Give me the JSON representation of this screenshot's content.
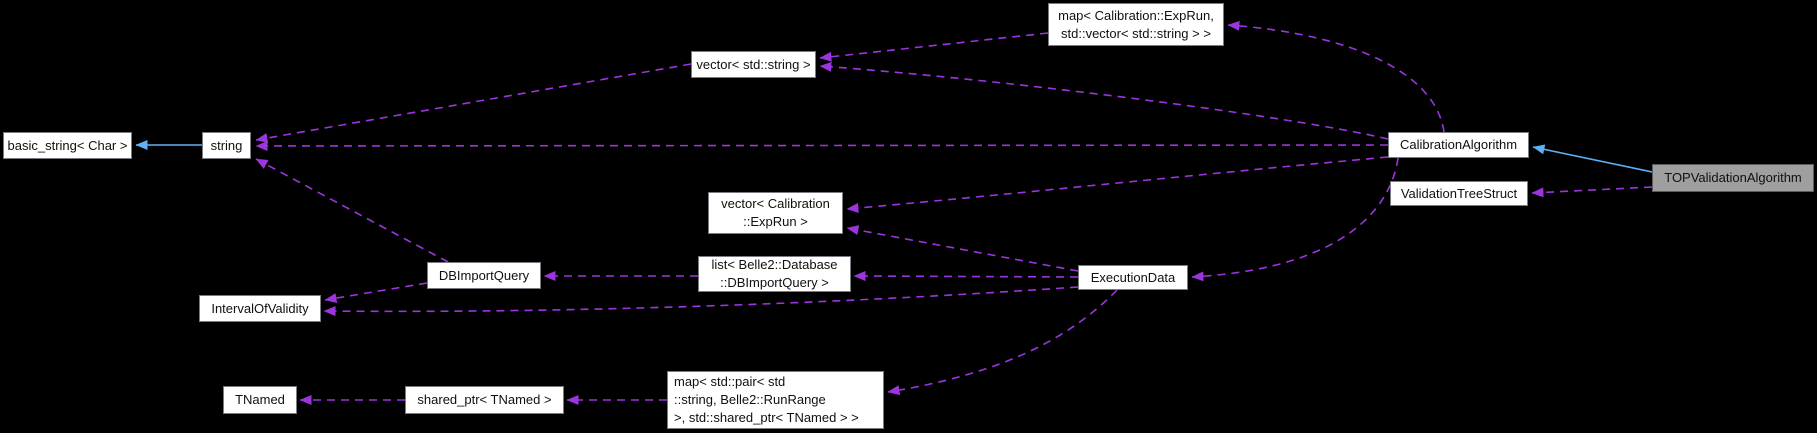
{
  "diagram_type": "collaboration-graph",
  "colors": {
    "background": "#000000",
    "node_fill": "#ffffff",
    "node_border": "#767c82",
    "focus_node_fill": "#9f9f9f",
    "focus_node_border": "#5c5c5c",
    "inheritance_edge": "#5fb0f4",
    "usage_edge": "#9c35dd",
    "node_text": "#101010"
  },
  "nodes": [
    {
      "id": "basic_string",
      "label": "basic_string< Char >"
    },
    {
      "id": "string",
      "label": "string"
    },
    {
      "id": "vector_string",
      "label": "vector< std::string >"
    },
    {
      "id": "map_exprun_vecstring",
      "label": "map< Calibration::ExpRun,\n std::vector< std::string > >"
    },
    {
      "id": "calibration_algorithm",
      "label": "CalibrationAlgorithm"
    },
    {
      "id": "validation_tree_struct",
      "label": "ValidationTreeStruct"
    },
    {
      "id": "top_validation_algorithm",
      "label": "TOPValidationAlgorithm"
    },
    {
      "id": "vector_exprun",
      "label": "vector< Calibration\n::ExpRun >"
    },
    {
      "id": "list_dbimportquery",
      "label": "list< Belle2::Database\n::DBImportQuery >"
    },
    {
      "id": "execution_data",
      "label": "ExecutionData"
    },
    {
      "id": "db_import_query",
      "label": "DBImportQuery"
    },
    {
      "id": "interval_of_validity",
      "label": "IntervalOfValidity"
    },
    {
      "id": "tnamed",
      "label": "TNamed"
    },
    {
      "id": "shared_ptr_tnamed",
      "label": "shared_ptr< TNamed >"
    },
    {
      "id": "map_runrange_tnamed",
      "label": "map< std::pair< std\n::string, Belle2::RunRange\n >, std::shared_ptr< TNamed > >"
    }
  ],
  "edges": [
    {
      "from": "string",
      "to": "basic_string",
      "type": "inheritance"
    },
    {
      "from": "top_validation_algorithm",
      "to": "calibration_algorithm",
      "type": "inheritance"
    },
    {
      "from": "top_validation_algorithm",
      "to": "validation_tree_struct",
      "type": "usage"
    },
    {
      "from": "calibration_algorithm",
      "to": "string",
      "type": "usage"
    },
    {
      "from": "vector_string",
      "to": "string",
      "type": "usage"
    },
    {
      "from": "db_import_query",
      "to": "string",
      "type": "usage"
    },
    {
      "from": "calibration_algorithm",
      "to": "vector_string",
      "type": "usage"
    },
    {
      "from": "map_exprun_vecstring",
      "to": "vector_string",
      "type": "usage"
    },
    {
      "from": "calibration_algorithm",
      "to": "map_exprun_vecstring",
      "type": "usage"
    },
    {
      "from": "calibration_algorithm",
      "to": "vector_exprun",
      "type": "usage"
    },
    {
      "from": "execution_data",
      "to": "vector_exprun",
      "type": "usage"
    },
    {
      "from": "calibration_algorithm",
      "to": "execution_data",
      "type": "usage"
    },
    {
      "from": "execution_data",
      "to": "list_dbimportquery",
      "type": "usage"
    },
    {
      "from": "list_dbimportquery",
      "to": "db_import_query",
      "type": "usage"
    },
    {
      "from": "execution_data",
      "to": "interval_of_validity",
      "type": "usage"
    },
    {
      "from": "db_import_query",
      "to": "interval_of_validity",
      "type": "usage"
    },
    {
      "from": "execution_data",
      "to": "map_runrange_tnamed",
      "type": "usage"
    },
    {
      "from": "map_runrange_tnamed",
      "to": "shared_ptr_tnamed",
      "type": "usage"
    },
    {
      "from": "shared_ptr_tnamed",
      "to": "tnamed",
      "type": "usage"
    }
  ]
}
